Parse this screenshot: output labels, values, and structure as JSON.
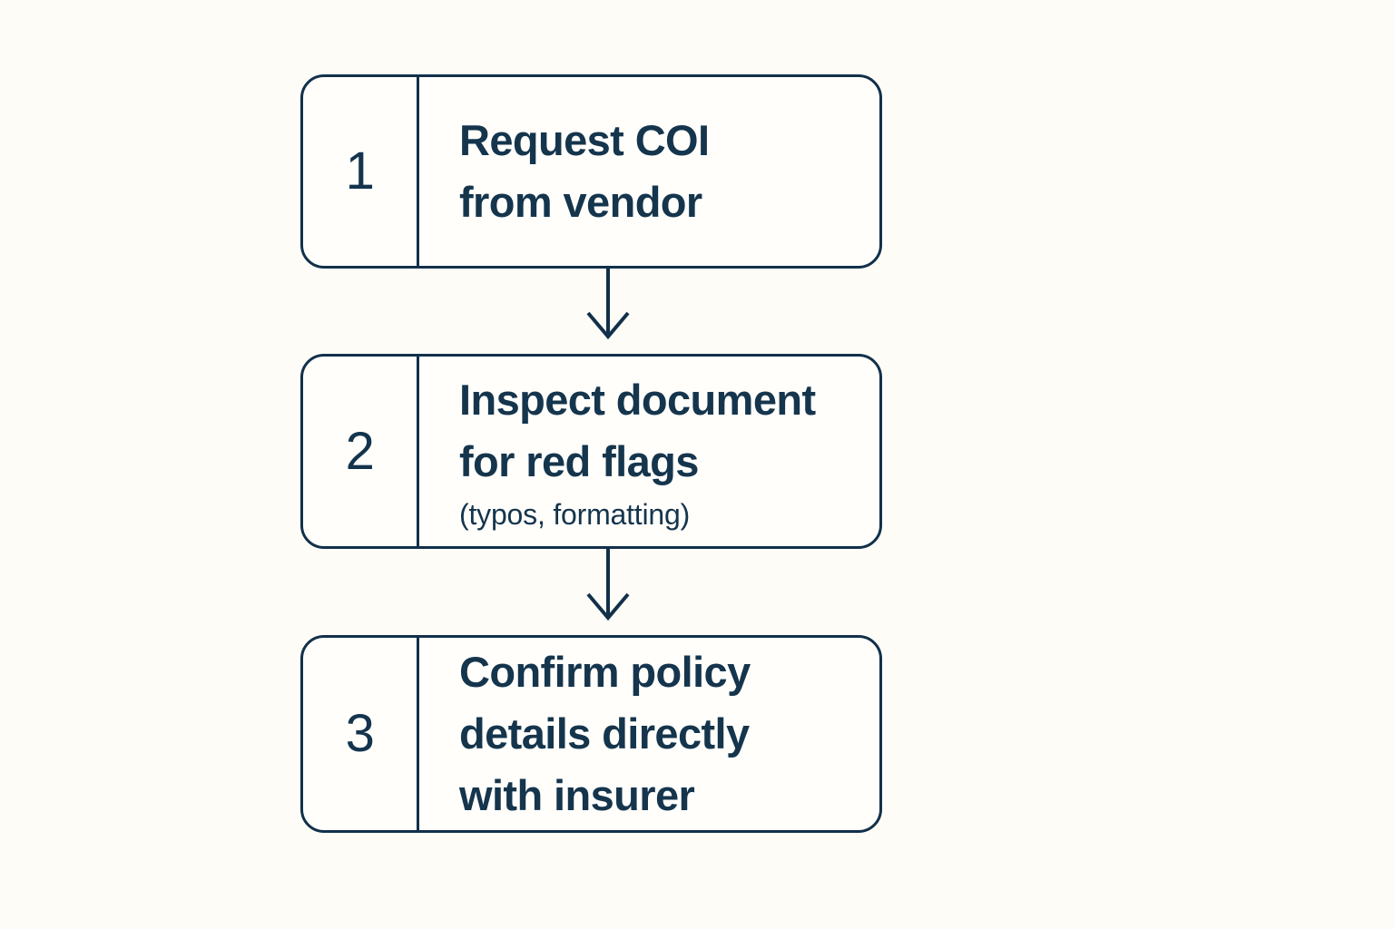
{
  "page": {
    "background_color": "#fdfcf7",
    "stroke_color": "#12304a",
    "text_color": "#15354d",
    "box_fill_color": "#fffefb"
  },
  "flow": {
    "orientation": "vertical",
    "steps": [
      {
        "number": "1",
        "title": "Request COI\nfrom vendor",
        "subtitle": ""
      },
      {
        "number": "2",
        "title": "Inspect document\nfor red flags",
        "subtitle": "(typos, formatting)"
      },
      {
        "number": "3",
        "title": "Confirm policy\ndetails directly\nwith insurer",
        "subtitle": ""
      }
    ],
    "connectors": [
      {
        "from": "1",
        "to": "2",
        "arrow": "down-arrow-icon"
      },
      {
        "from": "2",
        "to": "3",
        "arrow": "down-arrow-icon"
      }
    ]
  }
}
